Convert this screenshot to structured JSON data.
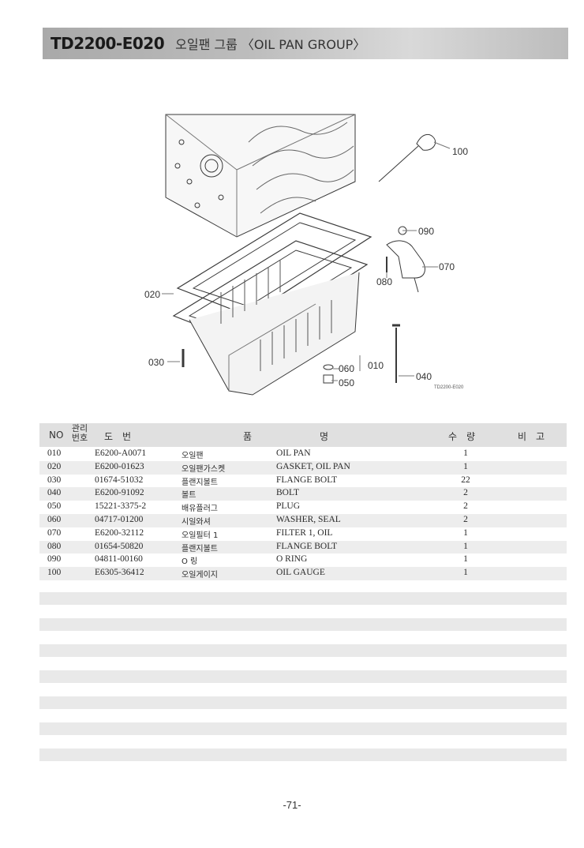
{
  "header": {
    "code": "TD2200-E020",
    "title": "오일팬 그룹 〈OIL PAN GROUP〉"
  },
  "diagram": {
    "callouts": [
      "100",
      "090",
      "070",
      "080",
      "020",
      "030",
      "060",
      "010",
      "040",
      "050"
    ],
    "figure_code": "TD2200-E020"
  },
  "table": {
    "headers": {
      "no": "NO",
      "mgmt_top": "관리",
      "mgmt_bottom": "번호",
      "part_no": "도　번",
      "name_left": "품",
      "name_right": "명",
      "qty": "수　량",
      "remarks": "비　고"
    },
    "rows": [
      {
        "no": "010",
        "part": "E6200-A0071",
        "ko": "오일팬",
        "en": "OIL PAN",
        "qty": "1"
      },
      {
        "no": "020",
        "part": "E6200-01623",
        "ko": "오일팬가스켓",
        "en": "GASKET, OIL PAN",
        "qty": "1"
      },
      {
        "no": "030",
        "part": "01674-51032",
        "ko": "플랜지볼트",
        "en": "FLANGE BOLT",
        "qty": "22"
      },
      {
        "no": "040",
        "part": "E6200-91092",
        "ko": "볼트",
        "en": "BOLT",
        "qty": "2"
      },
      {
        "no": "050",
        "part": "15221-3375-2",
        "ko": "배유플러그",
        "en": "PLUG",
        "qty": "2"
      },
      {
        "no": "060",
        "part": "04717-01200",
        "ko": "시일와셔",
        "en": "WASHER, SEAL",
        "qty": "2"
      },
      {
        "no": "070",
        "part": "E6200-32112",
        "ko": "오일필터 1",
        "en": "FILTER 1, OIL",
        "qty": "1"
      },
      {
        "no": "080",
        "part": "01654-50820",
        "ko": "플랜지볼트",
        "en": "FLANGE BOLT",
        "qty": "1"
      },
      {
        "no": "090",
        "part": "04811-00160",
        "ko": "O 링",
        "en": "O RING",
        "qty": "1"
      },
      {
        "no": "100",
        "part": "E6305-36412",
        "ko": "오일게이지",
        "en": "OIL GAUGE",
        "qty": "1"
      }
    ]
  },
  "page_number": "-71-"
}
